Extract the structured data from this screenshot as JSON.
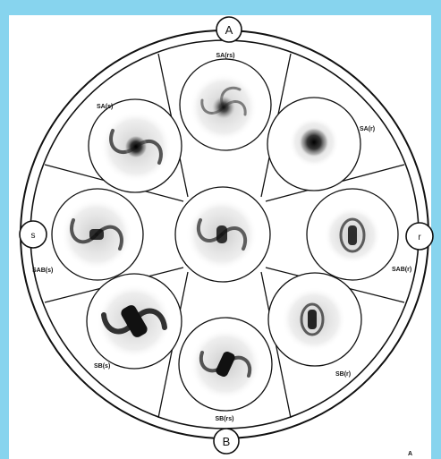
{
  "diagram": {
    "poles": {
      "top": "A",
      "bottom": "B",
      "left": "s",
      "right": "r"
    },
    "types": {
      "top": "SA(rs)",
      "upper_left": "SA(s)",
      "upper_right": "SA(r)",
      "mid_left": "SAB(s)",
      "mid_right": "SAB(r)",
      "lower_left": "SB(s)",
      "lower_right": "SB(r)",
      "bottom": "SB(rs)"
    },
    "corner_mark": "A"
  },
  "colors": {
    "background": "#87d4ee",
    "ink": "#111111",
    "paper": "#ffffff"
  }
}
